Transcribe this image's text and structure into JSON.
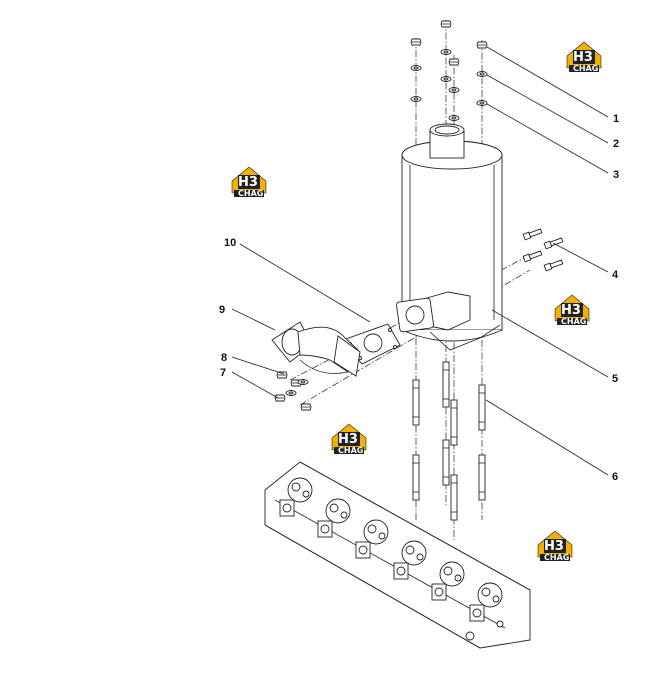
{
  "brand": {
    "mark": "H3",
    "name": "CHAG",
    "accent": "#F2B000",
    "dark": "#222222"
  },
  "callouts": [
    "1",
    "2",
    "3",
    "4",
    "5",
    "6",
    "7",
    "8",
    "9",
    "10"
  ]
}
